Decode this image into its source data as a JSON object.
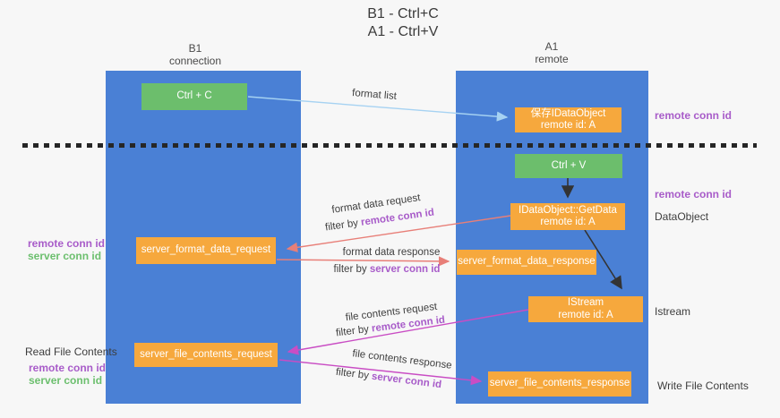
{
  "title": {
    "line1": "B1 - Ctrl+C",
    "line2": "A1 - Ctrl+V"
  },
  "lanes": {
    "left": {
      "name": "B1",
      "role": "connection"
    },
    "right": {
      "name": "A1",
      "role": "remote"
    }
  },
  "boxes": {
    "ctrl_c": {
      "label": "Ctrl + C"
    },
    "ctrl_v": {
      "label": "Ctrl + V"
    },
    "save_dataobject": {
      "line1": "保存IDataObject",
      "line2": "remote id: A"
    },
    "getdata": {
      "line1": "IDataObject::GetData",
      "line2": "remote id: A"
    },
    "istream": {
      "line1": "IStream",
      "line2": "remote id: A"
    },
    "server_format_data_request": {
      "label": "server_format_data_request"
    },
    "server_format_data_response": {
      "label": "server_format_data_response"
    },
    "server_file_contents_request": {
      "label": "server_file_contents_request"
    },
    "server_file_contents_response": {
      "label": "server_file_contents_response"
    }
  },
  "arrow_labels": {
    "format_list": "format list",
    "format_request": {
      "title": "format data request",
      "filter_prefix": "filter by ",
      "filter_key": "remote conn id"
    },
    "format_response": {
      "title": "format data response",
      "filter_prefix": "filter by ",
      "filter_key": "server conn id"
    },
    "file_request": {
      "title": "file contents request",
      "filter_prefix": "filter by ",
      "filter_key": "remote conn id"
    },
    "file_response": {
      "title": "file contents response",
      "filter_prefix": "filter by ",
      "filter_key": "server conn id"
    }
  },
  "side_labels": {
    "right_top_conn_id": "remote conn id",
    "right_mid_conn_id": "remote conn id",
    "dataobject": "DataObject",
    "istream": "Istream",
    "write_file": "Write File Contents",
    "read_file": "Read File Contents",
    "left_remote_conn_id_top": "remote conn id",
    "left_server_conn_id_top": "server conn id",
    "left_remote_conn_id_bottom": "remote conn id",
    "left_server_conn_id_bottom": "server conn id"
  },
  "colors": {
    "lane_blue": "#4a80d5",
    "box_green": "#6cbe6c",
    "box_orange": "#f6a83d",
    "text_purple": "#a85cc9",
    "text_green": "#6cbf6e",
    "arrow_salmon": "#e87f78",
    "arrow_magenta": "#c94dc4",
    "arrow_lightblue": "#a6d2f2"
  }
}
